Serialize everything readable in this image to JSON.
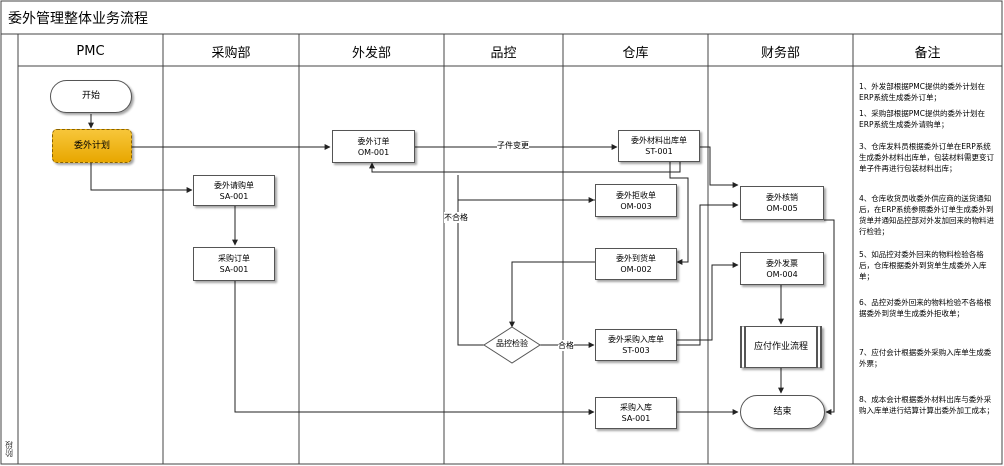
{
  "title": "委外管理整体业务流程",
  "phase_label": "阶段",
  "lanes": [
    "PMC",
    "采购部",
    "外发部",
    "品控",
    "仓库",
    "财务部",
    "备注"
  ],
  "nodes": {
    "start": "开始",
    "plan": "委外计划",
    "pr": {
      "name": "委外请购单",
      "code": "SA-001"
    },
    "po": {
      "name": "采购订单",
      "code": "SA-001"
    },
    "order": {
      "name": "委外订单",
      "code": "OM-001"
    },
    "inspect": "品控检验",
    "material_out": {
      "name": "委外材料出库单",
      "code": "ST-001"
    },
    "reject": {
      "name": "委外拒收单",
      "code": "OM-003"
    },
    "arrival": {
      "name": "委外到货单",
      "code": "OM-002"
    },
    "stock_in": {
      "name": "委外采购入库单",
      "code": "ST-003"
    },
    "purchase_in": {
      "name": "采购入库",
      "code": "SA-001"
    },
    "verify": {
      "name": "委外核销",
      "code": "OM-005"
    },
    "invoice": {
      "name": "委外发票",
      "code": "OM-004"
    },
    "payable": "应付作业流程",
    "end": "结束"
  },
  "edge_labels": {
    "sub_change": "子件变更",
    "fail": "不合格",
    "pass": "合格"
  },
  "notes": [
    "1、外发部根据PMC提供的委外计划在ERP系统生成委外订单；",
    "1、采购部根据PMC提供的委外计划在ERP系统生成委外请购单；",
    "3、仓库发料员根据委外订单在ERP系统生成委外材料出库单，包装材料需更变订单子件再进行包装材料出库；",
    "4、仓库收货员收委外供应商的送货通知后，在ERP系统参照委外订单生成委外到货单并通知品控部对外发加回来的物料进行检验；",
    "5、如品控对委外回来的物料检验各格后，仓库根据委外到货单生成委外入库单；",
    "6、品控对委外回来的物料检验不各格根据委外到货单生成委外拒收单；",
    "7、应付会计根据委外采购入库单生成委外票；",
    "8、成本会计根据委外材料出库与委外采购入库单进行结算计算出委外加工成本；"
  ]
}
